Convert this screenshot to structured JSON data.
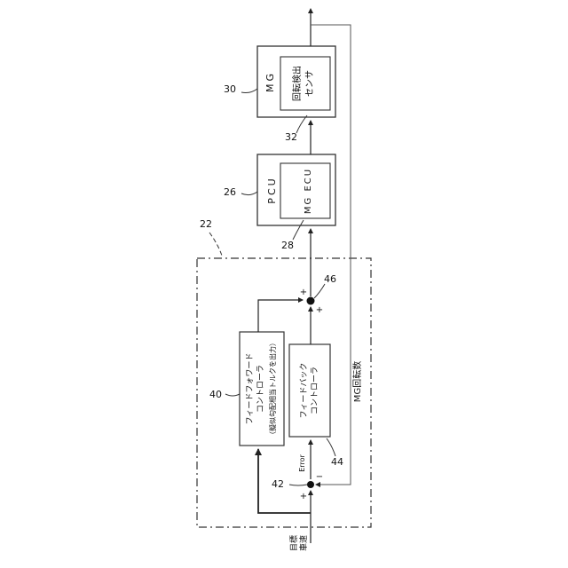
{
  "blocks": {
    "mg": {
      "ref": "30",
      "title": "MG"
    },
    "rotation_sensor": {
      "ref": "32",
      "line1": "回転検出",
      "line2": "センサ"
    },
    "pcu": {
      "ref": "26",
      "title": "PCU"
    },
    "mg_ecu": {
      "ref": "28",
      "title": "MG ECU"
    },
    "feedforward": {
      "ref": "40",
      "line1": "フィードフォワード",
      "line2": "コントローラ",
      "line3": "（擬似勾配相当トルクを出力）"
    },
    "feedback": {
      "ref": "44",
      "line1": "フィードバック",
      "line2": "コントローラ"
    },
    "control_unit": {
      "ref": "22"
    }
  },
  "junctions": {
    "input_sum": {
      "ref": "42",
      "plus": "+",
      "minus": "−"
    },
    "output_sum": {
      "ref": "46",
      "plus_a": "+",
      "plus_b": "+"
    }
  },
  "signals": {
    "target": {
      "line1": "目標",
      "line2": "車速"
    },
    "error": "Error",
    "mg_speed": "MG回転数"
  }
}
